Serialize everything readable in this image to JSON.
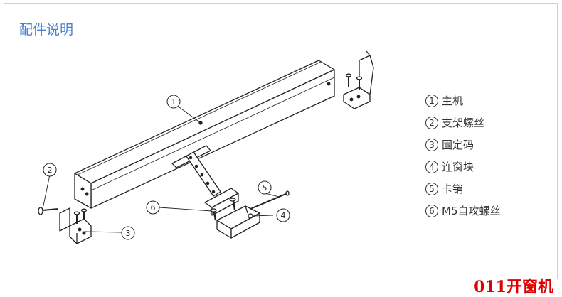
{
  "title": "配件说明",
  "colors": {
    "title": "#4a7fd4",
    "brand": "#e00000",
    "line": "#222222"
  },
  "callouts": [
    "1",
    "2",
    "3",
    "4",
    "5",
    "6"
  ],
  "legend": [
    {
      "num": "1",
      "label": "主机"
    },
    {
      "num": "2",
      "label": "支架螺丝"
    },
    {
      "num": "3",
      "label": "固定码"
    },
    {
      "num": "4",
      "label": "连窗块"
    },
    {
      "num": "5",
      "label": "卡销"
    },
    {
      "num": "6",
      "label": "M5自攻螺丝"
    }
  ],
  "brand": "011开窗机"
}
